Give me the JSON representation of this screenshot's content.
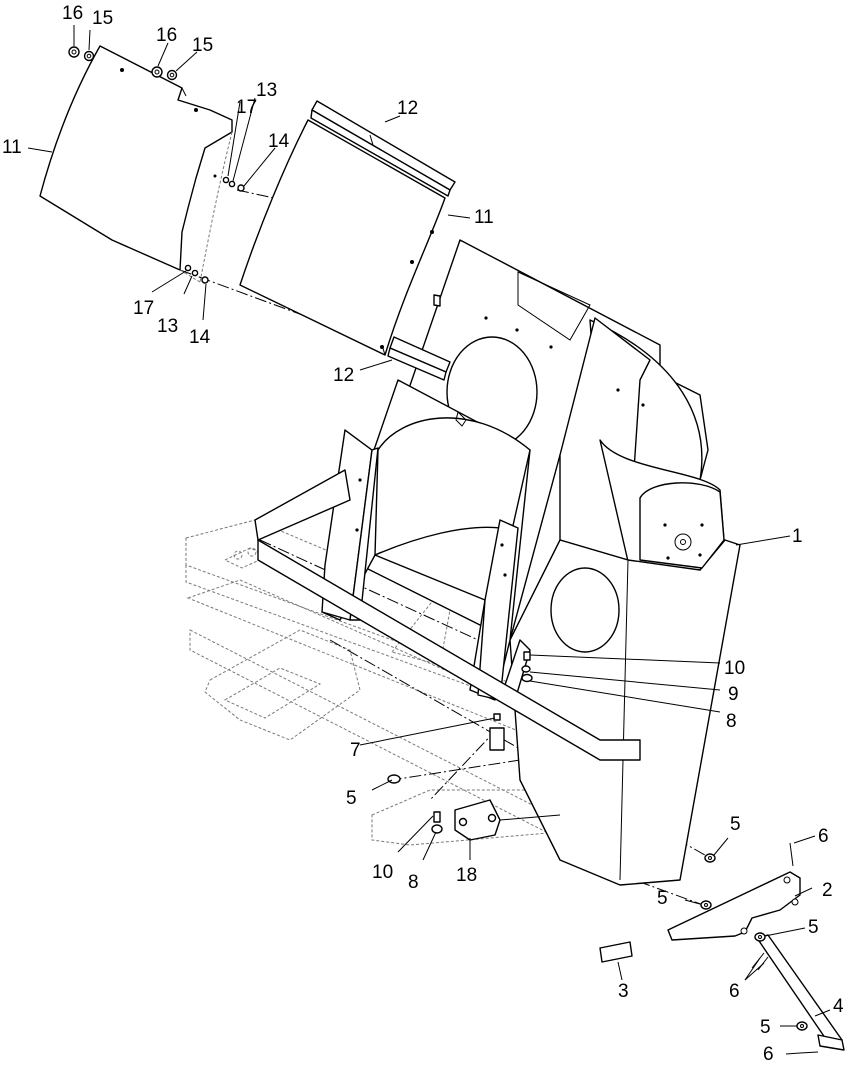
{
  "callouts": [
    {
      "id": "c1",
      "label": "1"
    },
    {
      "id": "c2",
      "label": "2"
    },
    {
      "id": "c3",
      "label": "3"
    },
    {
      "id": "c4",
      "label": "4"
    },
    {
      "id": "c5a",
      "label": "5"
    },
    {
      "id": "c5b",
      "label": "5"
    },
    {
      "id": "c5c",
      "label": "5"
    },
    {
      "id": "c5d",
      "label": "5"
    },
    {
      "id": "c5e",
      "label": "5"
    },
    {
      "id": "c6a",
      "label": "6"
    },
    {
      "id": "c6b",
      "label": "6"
    },
    {
      "id": "c6c",
      "label": "6"
    },
    {
      "id": "c7",
      "label": "7"
    },
    {
      "id": "c8a",
      "label": "8"
    },
    {
      "id": "c8b",
      "label": "8"
    },
    {
      "id": "c9",
      "label": "9"
    },
    {
      "id": "c10a",
      "label": "10"
    },
    {
      "id": "c10b",
      "label": "10"
    },
    {
      "id": "c11a",
      "label": "11"
    },
    {
      "id": "c11b",
      "label": "11"
    },
    {
      "id": "c12a",
      "label": "12"
    },
    {
      "id": "c12b",
      "label": "12"
    },
    {
      "id": "c13a",
      "label": "13"
    },
    {
      "id": "c13b",
      "label": "13"
    },
    {
      "id": "c14a",
      "label": "14"
    },
    {
      "id": "c14b",
      "label": "14"
    },
    {
      "id": "c15a",
      "label": "15"
    },
    {
      "id": "c15b",
      "label": "15"
    },
    {
      "id": "c16a",
      "label": "16"
    },
    {
      "id": "c16b",
      "label": "16"
    },
    {
      "id": "c17a",
      "label": "17"
    },
    {
      "id": "c17b",
      "label": "17"
    },
    {
      "id": "c18",
      "label": "18"
    }
  ]
}
